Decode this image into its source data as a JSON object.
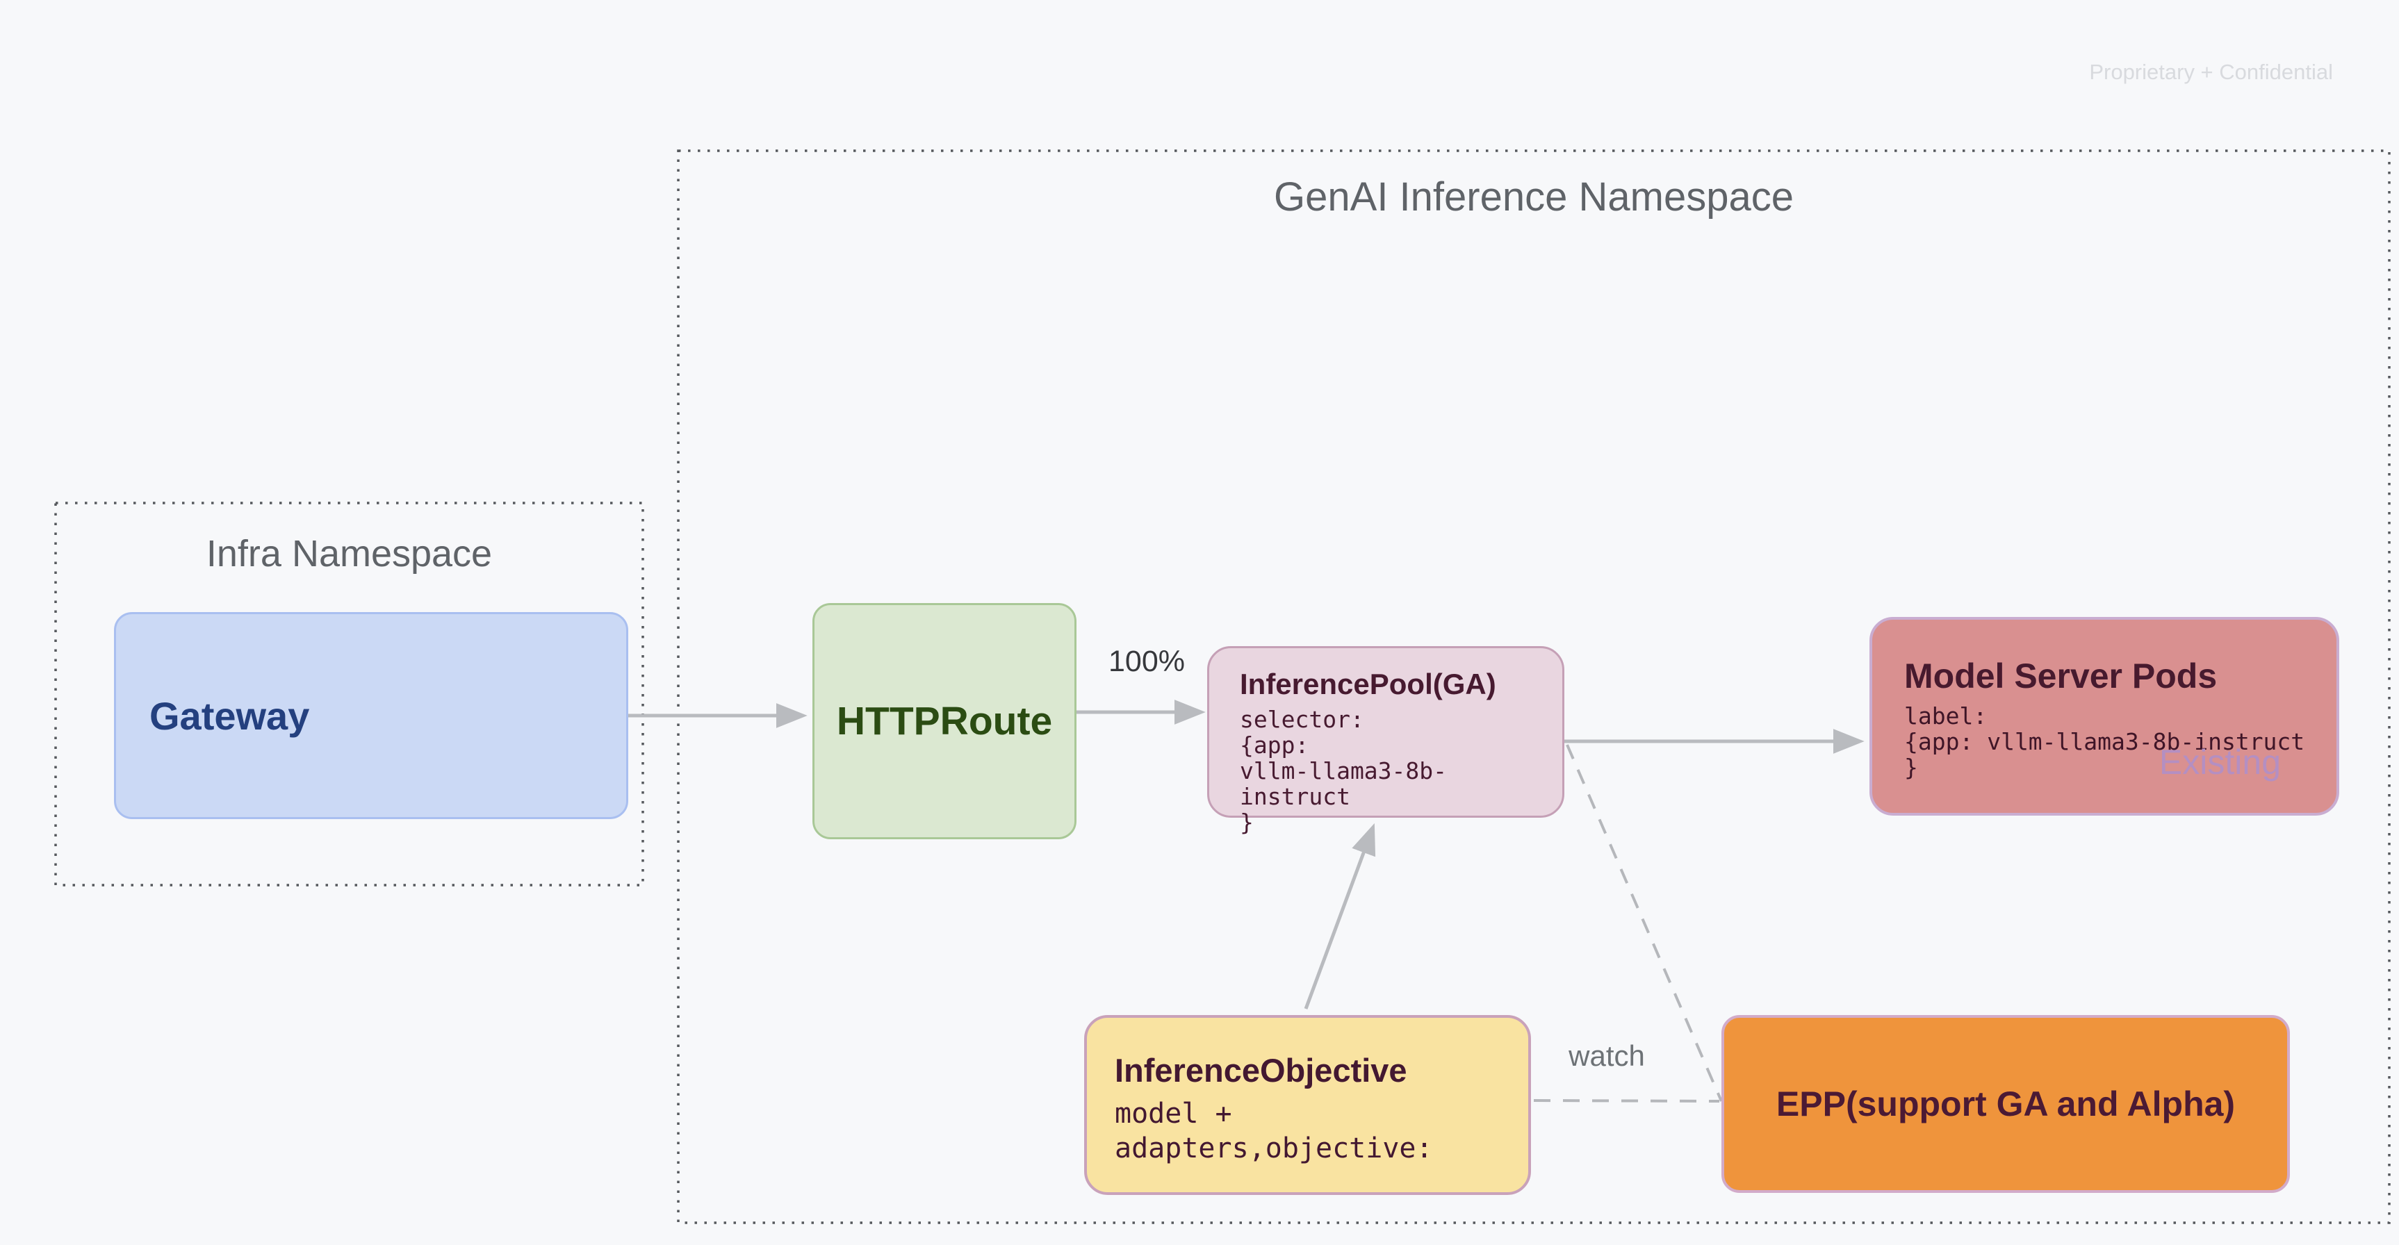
{
  "slide": {
    "background_color": "#f7f8fa",
    "confidential_note": "Proprietary + Confidential"
  },
  "namespaces": {
    "genai": {
      "title": "GenAI Inference Namespace",
      "border_color": "#55585c"
    },
    "infra": {
      "title": "Infra Namespace",
      "border_color": "#55585c"
    }
  },
  "nodes": {
    "gateway": {
      "label": "Gateway",
      "fill": "#cbd9f5",
      "border": "#a9bff0",
      "text_color": "#24407f"
    },
    "httproute": {
      "label": "HTTPRoute",
      "fill": "#dbe8d1",
      "border": "#a9c897",
      "text_color": "#2b4c13"
    },
    "inference_pool": {
      "title": "InferencePool(GA)",
      "code": "selector:\n{app:\nvllm-llama3-8b-instruct\n}",
      "fill": "#e9d6e0",
      "border": "#c5a0b6",
      "text_color": "#471a30"
    },
    "model_server_pods": {
      "title": "Model Server Pods",
      "code": "label:\n{app: vllm-llama3-8b-instruct\n}",
      "badge": "Existing",
      "fill": "#d99090",
      "border": "#c9add1",
      "text_color": "#471a2e",
      "badge_color": "#b48fc2"
    },
    "inference_objective": {
      "title": "InferenceObjective",
      "code": "model +\nadapters,objective:",
      "fill": "#f9e3a1",
      "border": "#c9a2ba",
      "text_color": "#431831"
    },
    "epp": {
      "label": "EPP(support GA and Alpha)",
      "fill": "#ef943c",
      "border": "#d2abc9",
      "text_color": "#4b1a34"
    }
  },
  "edges": [
    {
      "from": "gateway",
      "to": "httproute",
      "style": "solid-arrow",
      "label": ""
    },
    {
      "from": "httproute",
      "to": "inference_pool",
      "style": "solid-arrow",
      "label": "100%"
    },
    {
      "from": "inference_pool",
      "to": "model_server_pods",
      "style": "solid-arrow",
      "label": ""
    },
    {
      "from": "inference_objective",
      "to": "inference_pool",
      "style": "solid-arrow",
      "label": ""
    },
    {
      "from": "inference_pool",
      "to": "epp",
      "style": "dashed",
      "label": ""
    },
    {
      "from": "inference_objective",
      "to": "epp",
      "style": "dashed",
      "label": "watch"
    }
  ],
  "edge_colors": {
    "solid": "#b9bbbf",
    "dashed": "#b5b7bb"
  }
}
